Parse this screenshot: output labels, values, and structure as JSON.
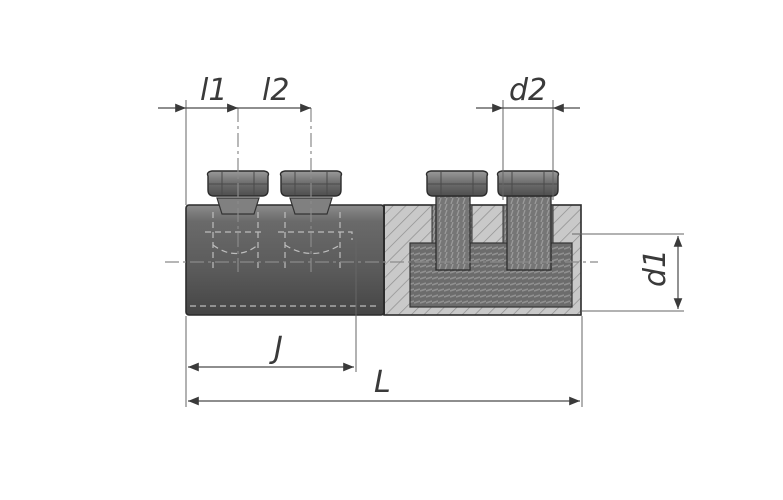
{
  "dimensions": {
    "l1": "l1",
    "l2": "l2",
    "d2": "d2",
    "d1": "d1",
    "J": "J",
    "L": "L"
  },
  "colors": {
    "body_dark": "#5b5b5b",
    "body_mid": "#7a7a7a",
    "body_light": "#9a9a9a",
    "section_hatch": "#b8b8b8",
    "bolt_head": "#6e6e6e",
    "dimension": "#4a4a4a"
  }
}
